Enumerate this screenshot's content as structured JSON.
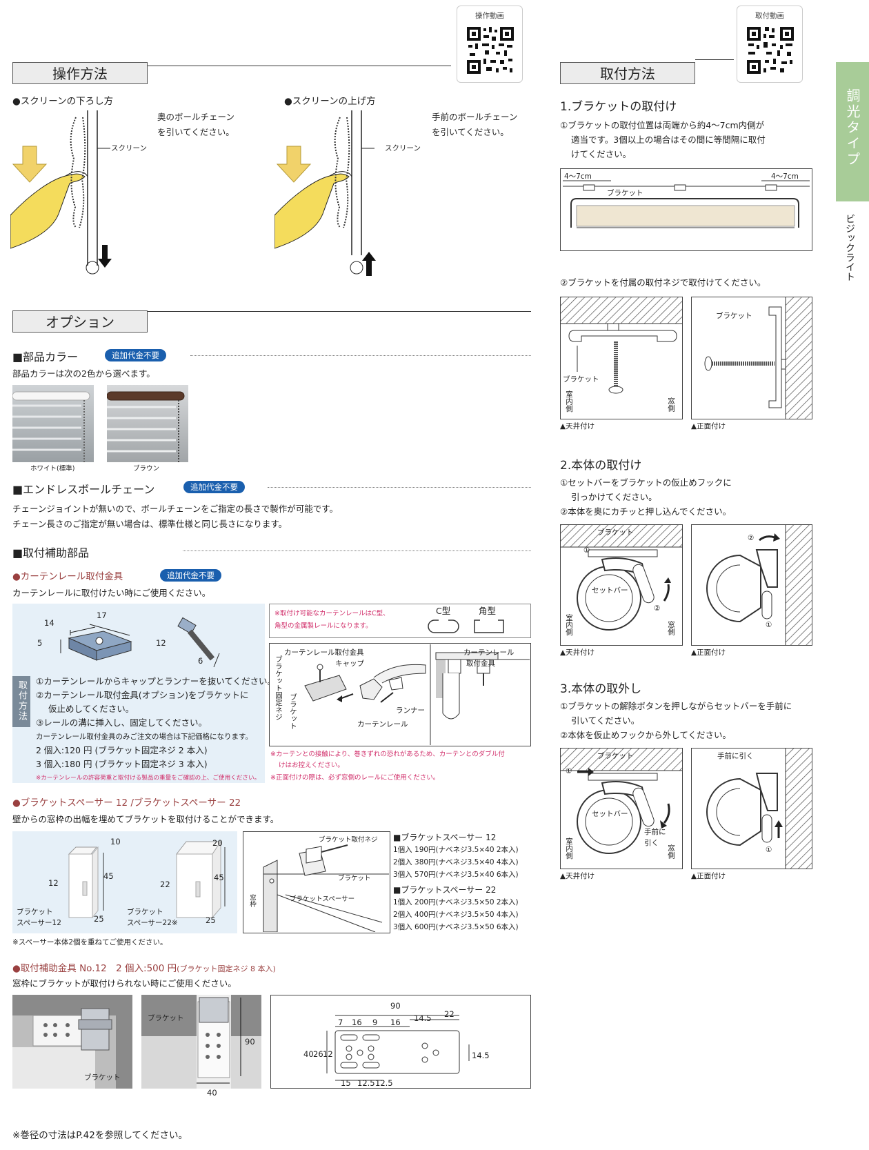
{
  "qr": {
    "left_label": "操作動画",
    "right_label": "取付動画"
  },
  "sidebar": {
    "category": "調光タイプ",
    "product": "ビジックライト"
  },
  "operation": {
    "title": "操作方法",
    "lower_title": "●スクリーンの下ろし方",
    "lower_text1": "奥のボールチェーン",
    "lower_text2": "を引いてください。",
    "raise_title": "●スクリーンの上げ方",
    "raise_text1": "手前のボールチェーン",
    "raise_text2": "を引いてください。",
    "screen_label": "スクリーン"
  },
  "options": {
    "title": "オプション",
    "parts_color": {
      "title": "■部品カラー",
      "badge": "追加代金不要",
      "desc": "部品カラーは次の2色から選べます。",
      "white": "ホワイト(標準)",
      "brown": "ブラウン"
    },
    "chain": {
      "title": "■エンドレスボールチェーン",
      "badge": "追加代金不要",
      "line1": "チェーンジョイントが無いので、ボールチェーンをご指定の長さで製作が可能です。",
      "line2": "チェーン長さのご指定が無い場合は、標準仕様と同じ長さになります。"
    },
    "aux": {
      "title": "■取付補助部品"
    },
    "curtain": {
      "title": "●カーテンレール取付金具",
      "badge": "追加代金不要",
      "desc": "カーテンレールに取付けたい時にご使用ください。",
      "dims": [
        "14",
        "17",
        "5",
        "12",
        "6"
      ],
      "method_label": "取付方法",
      "steps": [
        "①カーテンレールからキャップとランナーを抜いてください。",
        "②カーテンレール取付金具(オプション)をブラケットに",
        "仮止めしてください。",
        "③レールの溝に挿入し、固定してください。"
      ],
      "order_note": "カーテンレール取付金具のみご注文の場合は下記価格になります。",
      "price1": "2 個入:120 円 (ブラケット固定ネジ 2 本入)",
      "price2": "3 個入:180 円 (ブラケット固定ネジ 3 本入)",
      "note_weight": "※カーテンレールの許容荷重と取付ける製品の重量をご確認の上、ご使用ください。",
      "rail_note1": "※取付け可能なカーテンレールはC型、",
      "rail_note2": "角型の金属製レールになります。",
      "c_type": "C型",
      "square_type": "角型",
      "diag_labels": [
        "カーテンレール取付金具",
        "キャップ",
        "ブラケット固定ネジ",
        "ブラケット",
        "ランナー",
        "カーテンレール"
      ],
      "diag2_label1": "カーテンレール",
      "diag2_label2": "取付金具",
      "note_double1": "※カーテンとの接触により、巻きずれの恐れがあるため、カーテンとのダブル付",
      "note_double2": "けはお控えください。",
      "note_front": "※正面付けの際は、必ず窓側のレールにご使用ください。"
    },
    "spacer": {
      "title": "●ブラケットスペーサー 12 /ブラケットスペーサー 22",
      "desc": "壁からの窓枠の出幅を埋めてブラケットを取付けることができます。",
      "s12_dims": [
        "10",
        "12",
        "45",
        "25"
      ],
      "s22_dims": [
        "20",
        "22",
        "45",
        "25"
      ],
      "s12_label1": "ブラケット",
      "s12_label2": "スペーサー12",
      "s22_label1": "ブラケット",
      "s22_label2": "スペーサー22※",
      "note": "※スペーサー本体2個を重ねてご使用ください。",
      "diag_labels": [
        "ブラケット取付ネジ",
        "ブラケット",
        "ブラケットスペーサー",
        "窓枠"
      ],
      "s12_head": "■ブラケットスペーサー 12",
      "s12_prices": [
        "1個入 190円(ナベネジ3.5×40 2本入)",
        "2個入 380円(ナベネジ3.5×40 4本入)",
        "3個入 570円(ナベネジ3.5×40 6本入)"
      ],
      "s22_head": "■ブラケットスペーサー 22",
      "s22_prices": [
        "1個入 200円(ナベネジ3.5×50 2本入)",
        "2個入 400円(ナベネジ3.5×50 4本入)",
        "3個入 600円(ナベネジ3.5×50 6本入)"
      ]
    },
    "plate": {
      "title": "●取付補助金具 No.12　2 個入:500 円",
      "title_small": "(ブラケット固定ネジ 8 本入)",
      "desc": "窓枠にブラケットが取付けられない時にご使用ください。",
      "photo1_label": "ブラケット",
      "photo2_label": "ブラケット",
      "dim90": "90",
      "dim40": "40",
      "draw_dims": [
        "90",
        "7",
        "16",
        "9",
        "16",
        "14.5",
        "22",
        "40",
        "26",
        "12",
        "14.5",
        "15",
        "12.5",
        "12.5"
      ]
    }
  },
  "install": {
    "title": "取付方法",
    "s1_title": "1.ブラケットの取付け",
    "s1_step1a": "①ブラケットの取付位置は両端から約4～7cm内側が",
    "s1_step1b": "適当です。3個以上の場合はその間に等間隔に取付",
    "s1_step1c": "けてください。",
    "s1_dim_left": "4～7cm",
    "s1_dim_right": "4～7cm",
    "s1_bracket": "ブラケット",
    "s1_step2": "②ブラケットを付属の取付ネジで取付けてください。",
    "bracket_label": "ブラケット",
    "room_side": "室内側",
    "window_side": "窓側",
    "ceiling": "▲天井付け",
    "front": "▲正面付け",
    "s2_title": "2.本体の取付け",
    "s2_step1a": "①セットバーをブラケットの仮止めフックに",
    "s2_step1b": "引っかけてください。",
    "s2_step2": "②本体を奥にカチッと押し込んでください。",
    "setbar": "セットバー",
    "s3_title": "3.本体の取外し",
    "s3_step1a": "①ブラケットの解除ボタンを押しながらセットバーを手前に",
    "s3_step1b": "引いてください。",
    "s3_step2": "②本体を仮止めフックから外してください。",
    "pull_front": "手前に引く",
    "pull_front2a": "手前に",
    "pull_front2b": "引く",
    "c1": "①",
    "c2": "②"
  },
  "footer": {
    "note": "※巻径の寸法はP.42を参照してください。"
  }
}
